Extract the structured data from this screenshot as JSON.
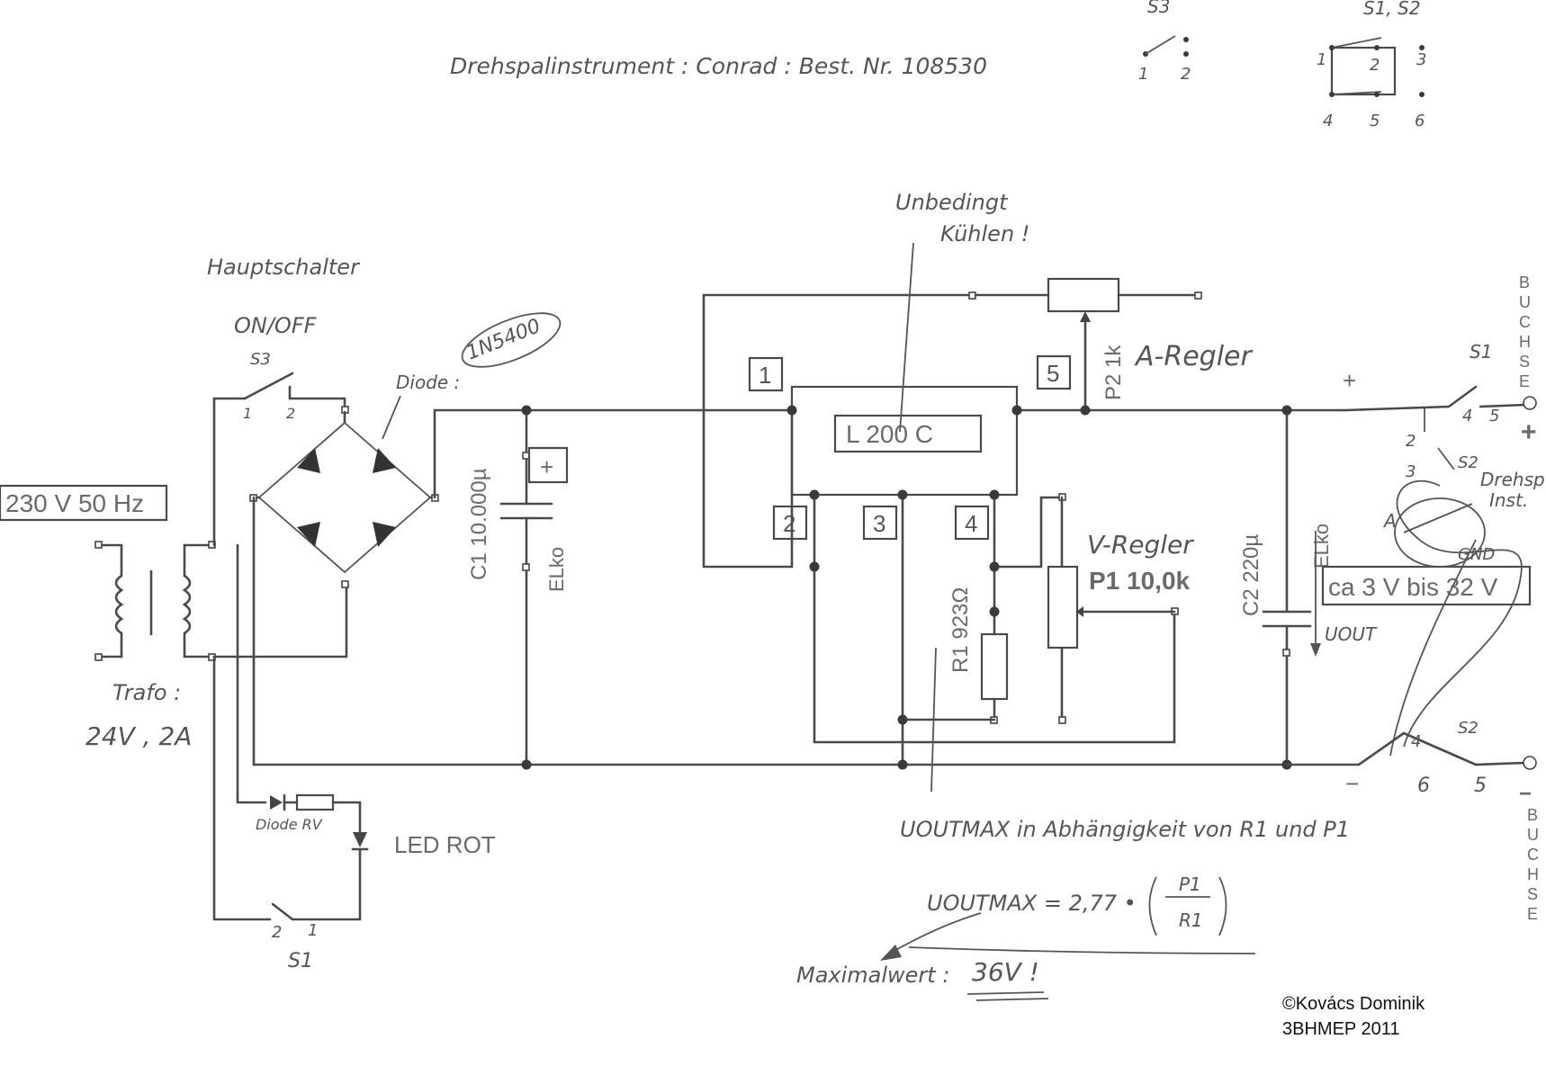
{
  "header": {
    "title": "Drehspalinstrument : Conrad : Best. Nr. 108530"
  },
  "legend": {
    "s3_label": "S3",
    "s3_pins": [
      "1",
      "2"
    ],
    "s1s2_label": "S1, S2",
    "s1s2_pins": [
      "1",
      "2",
      "3",
      "4",
      "5",
      "6"
    ]
  },
  "labels": {
    "mains": "230 V 50 Hz",
    "trafo_title": "Trafo :",
    "trafo_rating": "24V , 2A",
    "main_switch": "Hauptschalter",
    "on_off": "ON/OFF",
    "s3": "S3",
    "s3_pin1": "1",
    "s3_pin2": "2",
    "diode_label": "Diode :",
    "diode_part": "1N5400",
    "c1_label": "C1 10.000µ",
    "c1_type": "ELko",
    "c1_plus": "+",
    "cooling_line1": "Unbedingt",
    "cooling_line2": "Kühlen !",
    "ic": "L 200 C",
    "pin1": "1",
    "pin2": "2",
    "pin3": "3",
    "pin4": "4",
    "pin5": "5",
    "p2": "P2 1k",
    "a_regler": "A-Regler",
    "r1": "R1 923Ω",
    "v_regler": "V-Regler",
    "p1": "P1 10,0k",
    "c2_label": "C2 220µ",
    "c2_type": "ELko",
    "uout": "UOUT",
    "range": "ca 3 V bis 32 V",
    "buchse_top": "BUCHSE",
    "buchse_bottom": "BUCHSE",
    "plus_sign": "+",
    "minus_sign": "−",
    "s1": "S1",
    "s2_top": "S2",
    "s2_bottom": "S2",
    "meter_line1": "Drehsp.",
    "meter_line2": "Inst.",
    "meter_a": "A",
    "meter_gnd": "GND",
    "sw_top_pin2": "2",
    "sw_top_pin3": "3",
    "sw_top_pin4": "4",
    "sw_top_pin5": "5",
    "sw_bot_pin4": "4",
    "sw_bot_pin6": "6",
    "sw_bot_pin5": "5",
    "led": "LED ROT",
    "diode_rv": "Diode  RV",
    "s1_bottom": "S1",
    "s1_pin2": "2",
    "s1_pin1": "1",
    "note_dependency": "UOUTMAX in Abhängigkeit von R1 und P1",
    "formula_lhs": "UOUTMAX = 2,77 •",
    "formula_num": "P1",
    "formula_den": "R1",
    "maxwert": "Maximalwert :",
    "maxwert_value": "36V !"
  },
  "credits": {
    "author": "©Kovács Dominik",
    "class_year": "3BHMEP 2011"
  }
}
